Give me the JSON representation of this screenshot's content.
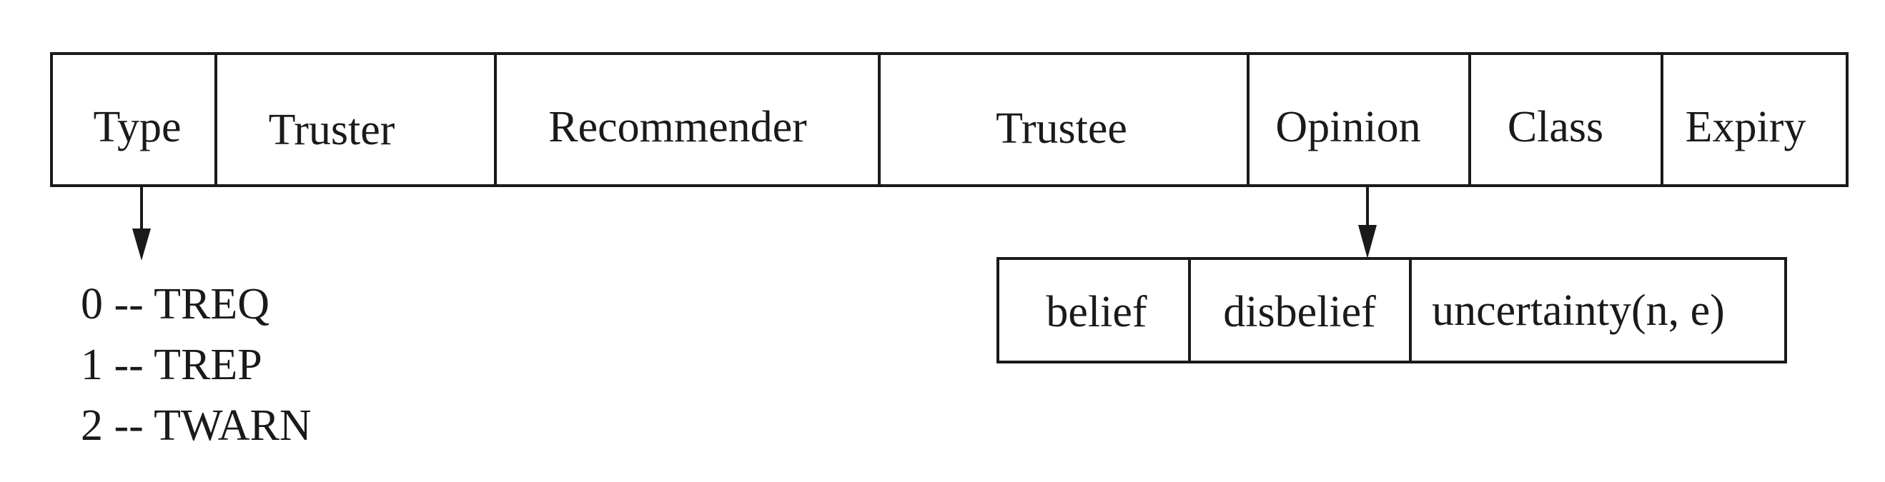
{
  "header_fields": [
    {
      "id": "type",
      "label": "Type"
    },
    {
      "id": "truster",
      "label": "Truster"
    },
    {
      "id": "recommender",
      "label": "Recommender"
    },
    {
      "id": "trustee",
      "label": "Trustee"
    },
    {
      "id": "opinion",
      "label": "Opinion"
    },
    {
      "id": "class",
      "label": "Class"
    },
    {
      "id": "expiry",
      "label": "Expiry"
    }
  ],
  "opinion_fields": [
    {
      "id": "belief",
      "label": "belief"
    },
    {
      "id": "disbelief",
      "label": "disbelief"
    },
    {
      "id": "uncertainty",
      "label": "uncertainty(n, e)"
    }
  ],
  "type_values": [
    "0 -- TREQ",
    "1 -- TREP",
    "2 -- TWARN"
  ]
}
